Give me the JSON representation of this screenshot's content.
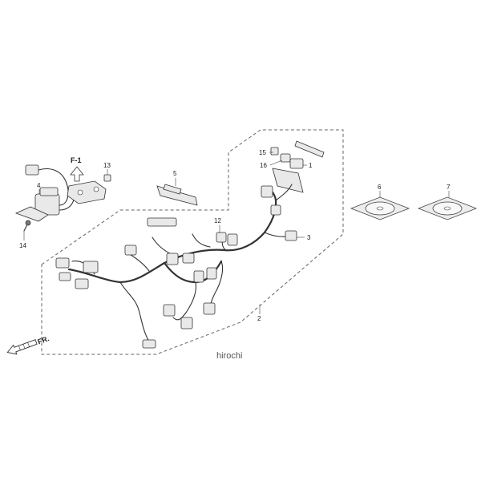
{
  "callouts": {
    "c1": "1",
    "c2": "2",
    "c3": "3",
    "c4": "4",
    "c5": "5",
    "c6": "6",
    "c7": "7",
    "c12": "12",
    "c13": "13",
    "c14": "14",
    "c15": "15",
    "c16": "16"
  },
  "reference_tag": "F-1",
  "direction_marker": "FR.",
  "watermark": "hirochi"
}
